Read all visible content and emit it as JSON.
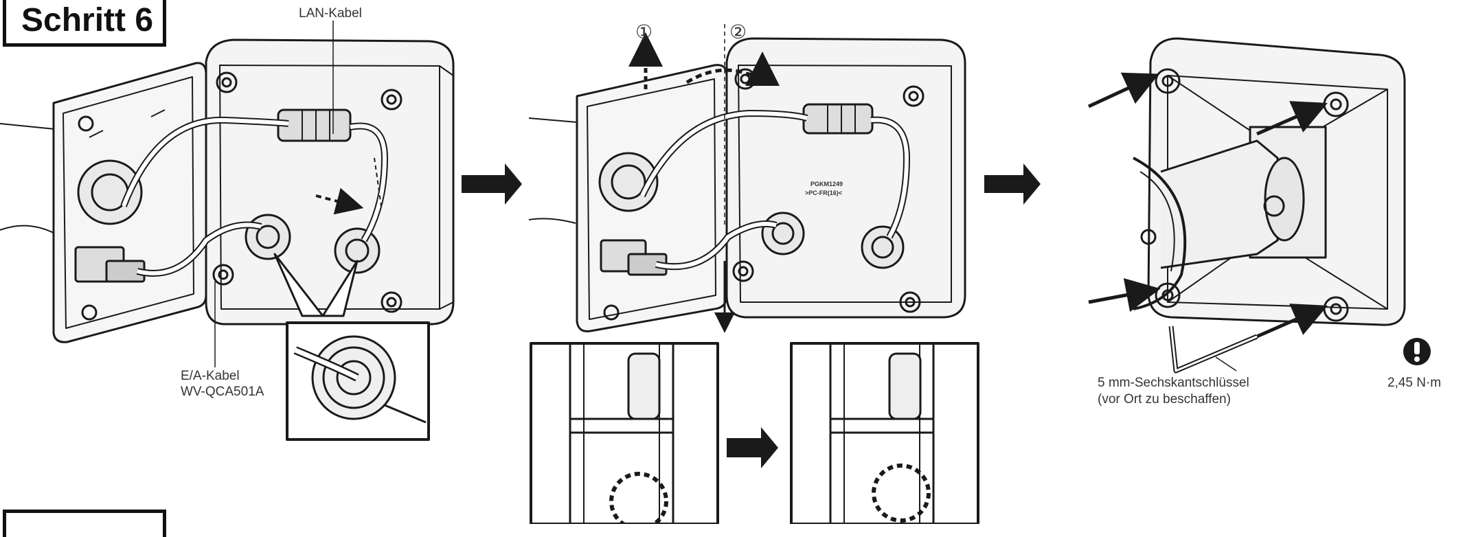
{
  "step_title": "Schritt 6",
  "labels": {
    "lan_cable": "LAN-Kabel",
    "io_cable_line1": "E/A-Kabel",
    "io_cable_line2": "WV-QCA501A",
    "wrench_line1": "5 mm-Sechskantschlüssel",
    "wrench_line2": "(vor Ort zu beschaffen)",
    "torque": "2,45 N·m",
    "marker_1": "①",
    "marker_2": "②",
    "box_print_line1": "PGKM1249",
    "box_print_line2": ">PC-FR(16)<"
  },
  "colors": {
    "line": "#1a1a1a",
    "label": "#333333",
    "background": "#ffffff"
  },
  "icons": [
    "arrow-right-icon",
    "arrow-down-icon",
    "warning-exclamation-icon",
    "hex-wrench-icon"
  ]
}
